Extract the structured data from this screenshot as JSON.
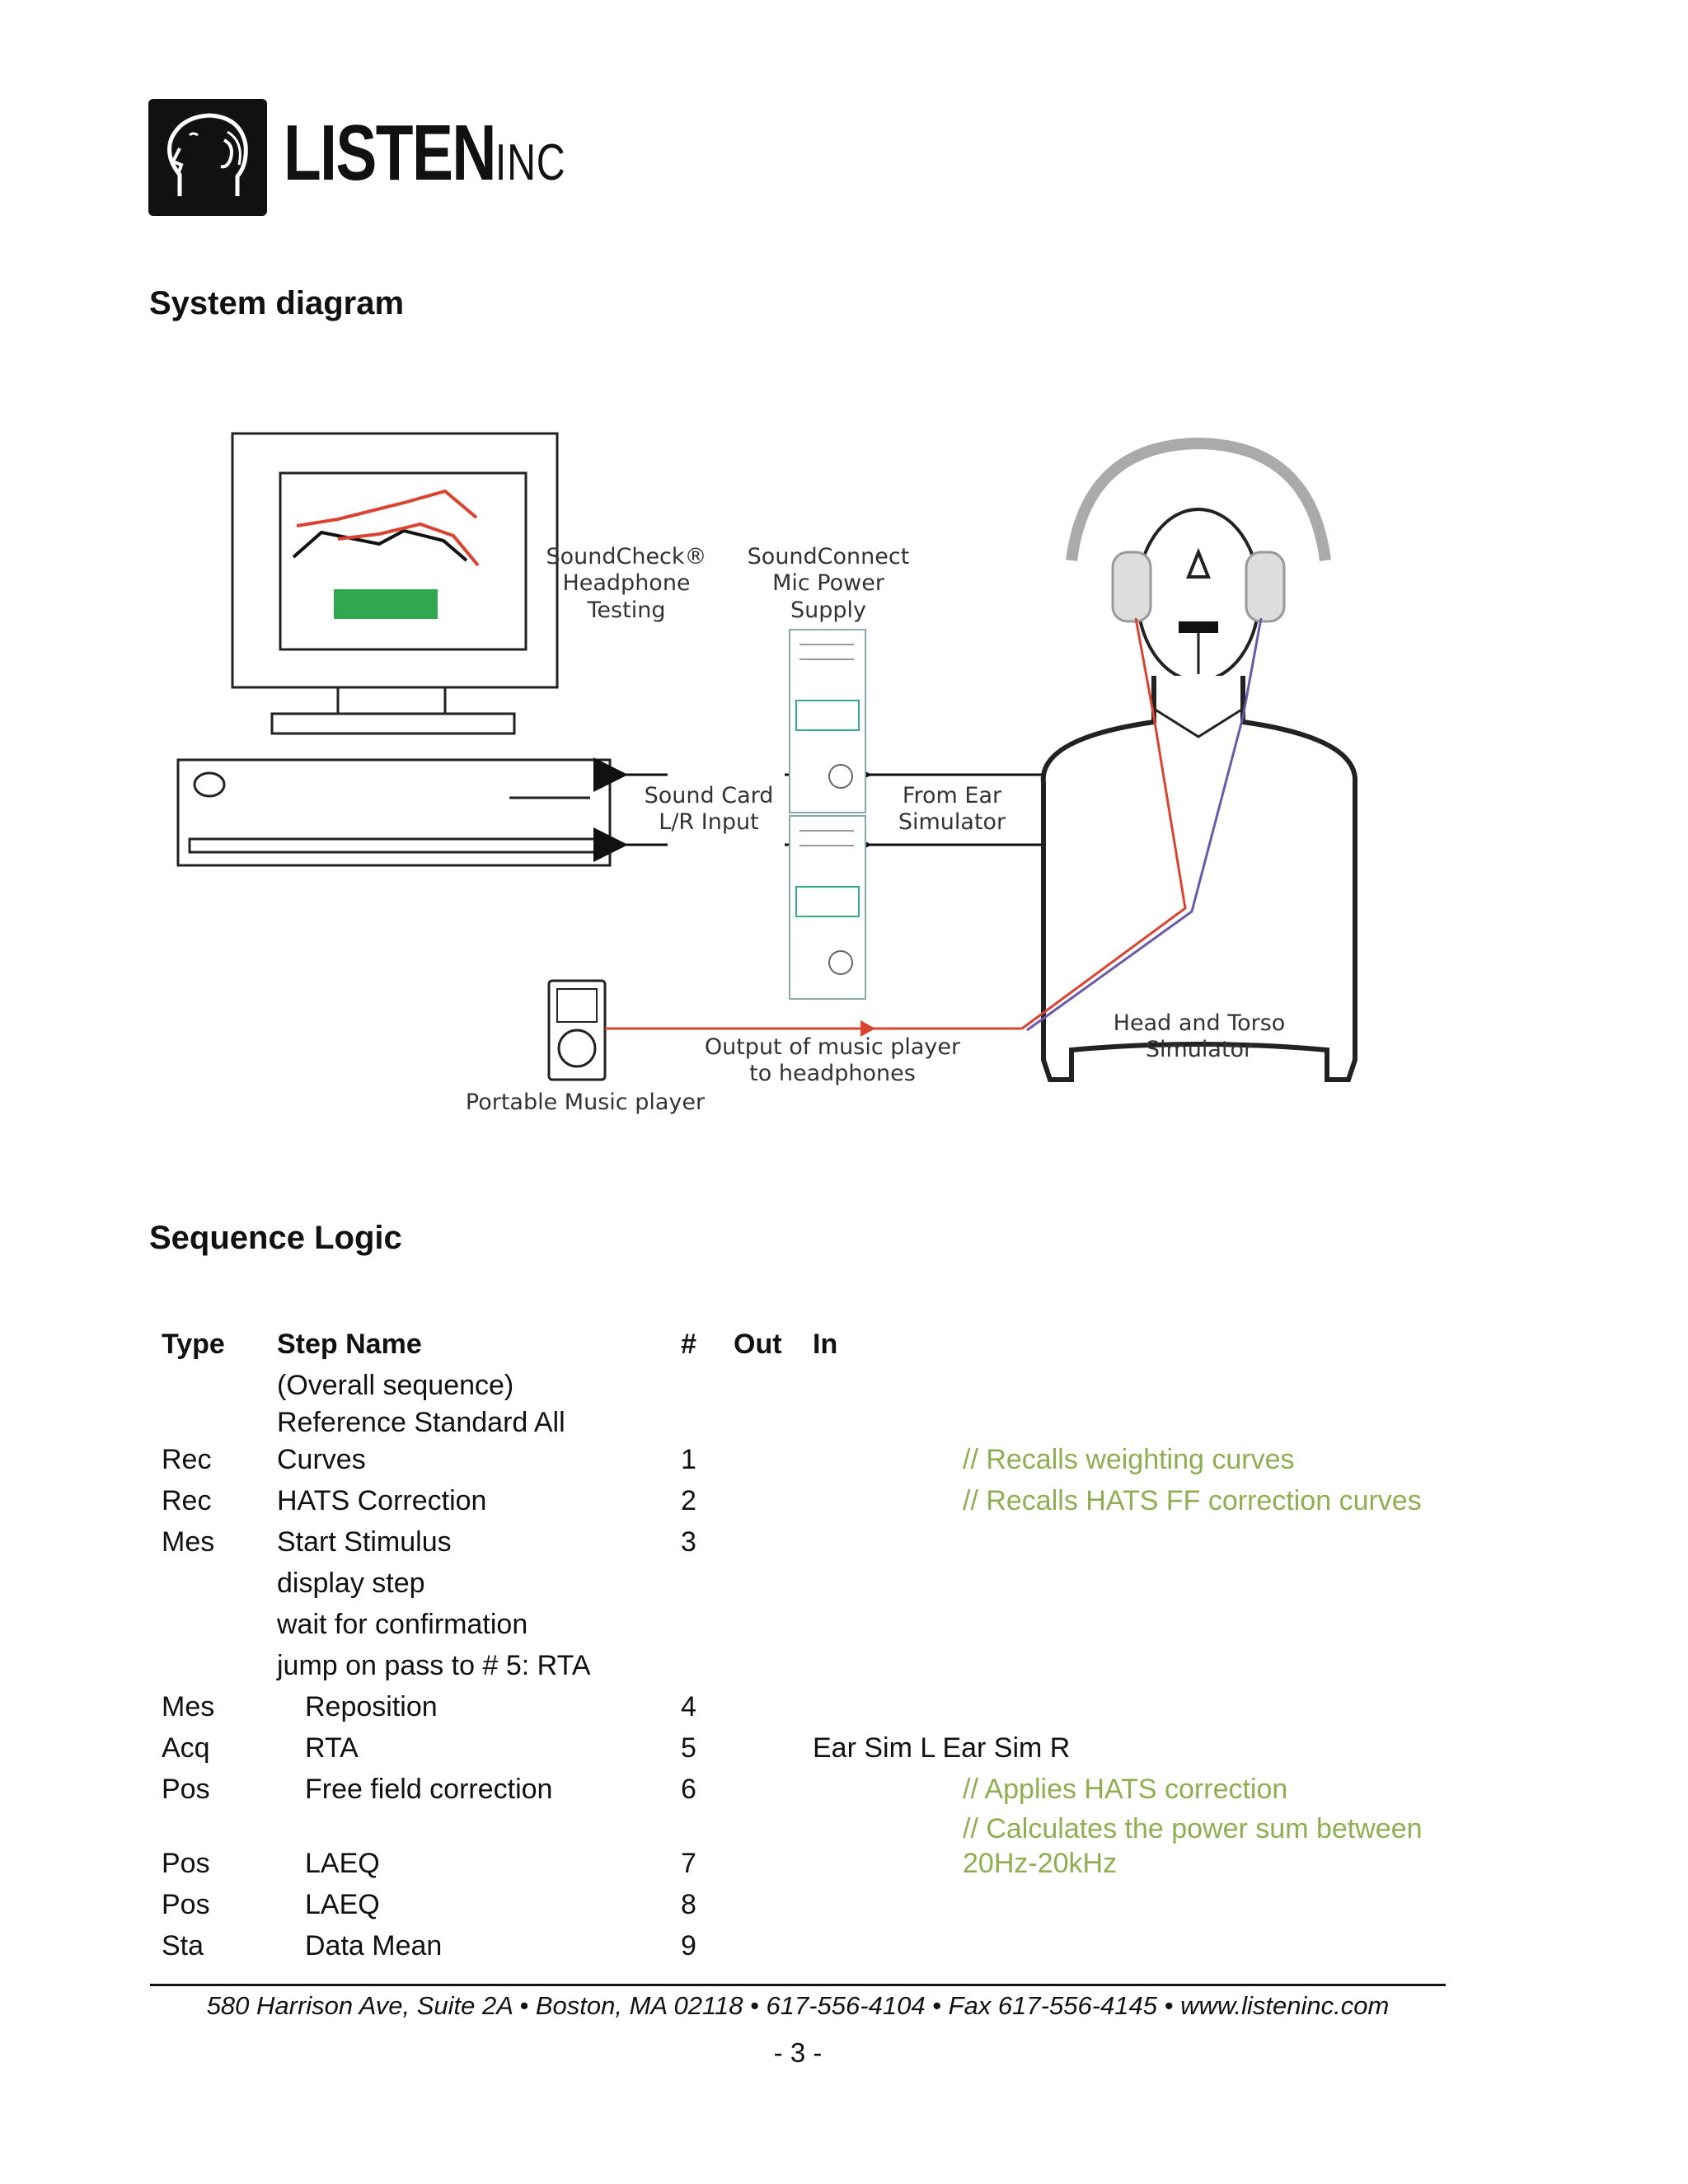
{
  "brand": {
    "name": "LISTEN",
    "suffix": "INC"
  },
  "sections": {
    "system_diagram": "System diagram",
    "sequence_logic": "Sequence Logic"
  },
  "diagram": {
    "soundcheck": "SoundCheck®\nHeadphone\nTesting",
    "soundconnect": "SoundConnect\nMic Power\nSupply",
    "sound_card": "Sound Card\nL/R Input",
    "from_ear": "From Ear\nSimulator",
    "output": "Output of music player\nto headphones",
    "portable": "Portable Music player",
    "hats": "Head and Torso\nSimulator"
  },
  "table": {
    "headers": {
      "type": "Type",
      "step": "Step Name",
      "num": "#",
      "out": "Out",
      "in": "In"
    },
    "rows": [
      {
        "type": "",
        "step": "(Overall sequence)",
        "num": "",
        "in": "",
        "comment": ""
      },
      {
        "type": "",
        "step": "Reference Standard All",
        "num": "",
        "in": "",
        "comment": ""
      },
      {
        "type": "Rec",
        "step": "Curves",
        "num": "1",
        "in": "",
        "comment": "// Recalls weighting curves"
      },
      {
        "type": "Rec",
        "step": "HATS Correction",
        "num": "2",
        "in": "",
        "comment": "// Recalls HATS FF correction curves"
      },
      {
        "type": "Mes",
        "step": "Start Stimulus",
        "num": "3",
        "in": "",
        "comment": ""
      },
      {
        "type": "",
        "step": "display step",
        "num": "",
        "in": "",
        "comment": ""
      },
      {
        "type": "",
        "step": "wait for confirmation",
        "num": "",
        "in": "",
        "comment": ""
      },
      {
        "type": "",
        "step": "jump on pass to # 5: RTA",
        "num": "",
        "in": "",
        "comment": ""
      },
      {
        "type": "Mes",
        "step": "Reposition",
        "num": "4",
        "in": "",
        "comment": ""
      },
      {
        "type": "Acq",
        "step": "RTA",
        "num": "5",
        "in": "Ear Sim L  Ear Sim R",
        "comment": ""
      },
      {
        "type": "Pos",
        "step": "Free field correction",
        "num": "6",
        "in": "",
        "comment": "// Applies HATS correction"
      },
      {
        "type": "",
        "step": "",
        "num": "",
        "in": "",
        "comment": "// Calculates the power sum between"
      },
      {
        "type": "Pos",
        "step": "LAEQ",
        "num": "7",
        "in": "",
        "comment": "20Hz-20kHz"
      },
      {
        "type": "Pos",
        "step": "LAEQ",
        "num": "8",
        "in": "",
        "comment": ""
      },
      {
        "type": "Sta",
        "step": "Data Mean",
        "num": "9",
        "in": "",
        "comment": ""
      }
    ]
  },
  "footer": {
    "address": "580 Harrison Ave, Suite 2A • Boston, MA 02118 • 617-556-4104 • Fax 617-556-4145 • www.listeninc.com",
    "page": "- 3 -"
  }
}
